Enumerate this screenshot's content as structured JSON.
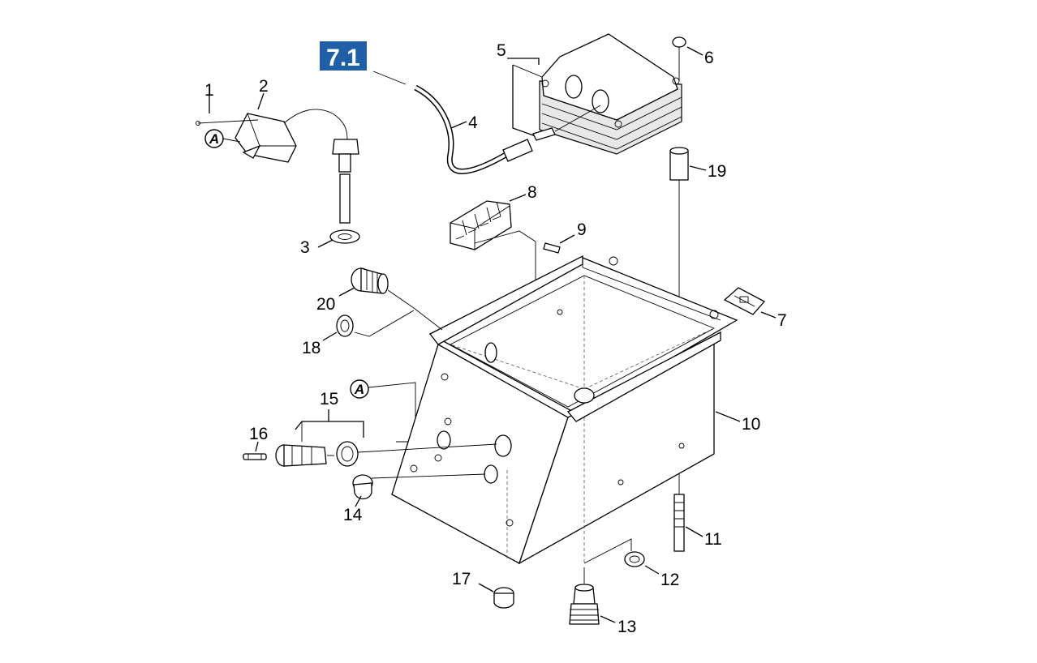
{
  "badge": {
    "text": "7.1",
    "color": "#1f5fa8"
  },
  "callouts": {
    "c1": "1",
    "c2": "2",
    "c3": "3",
    "c4": "4",
    "c5": "5",
    "c6": "6",
    "c7": "7",
    "c8": "8",
    "c9": "9",
    "c10": "10",
    "c11": "11",
    "c12": "12",
    "c13": "13",
    "c14": "14",
    "c15": "15",
    "c16": "16",
    "c17": "17",
    "c18": "18",
    "c19": "19",
    "c20": "20"
  },
  "markers": {
    "a_top": "A",
    "a_bottom": "A"
  }
}
